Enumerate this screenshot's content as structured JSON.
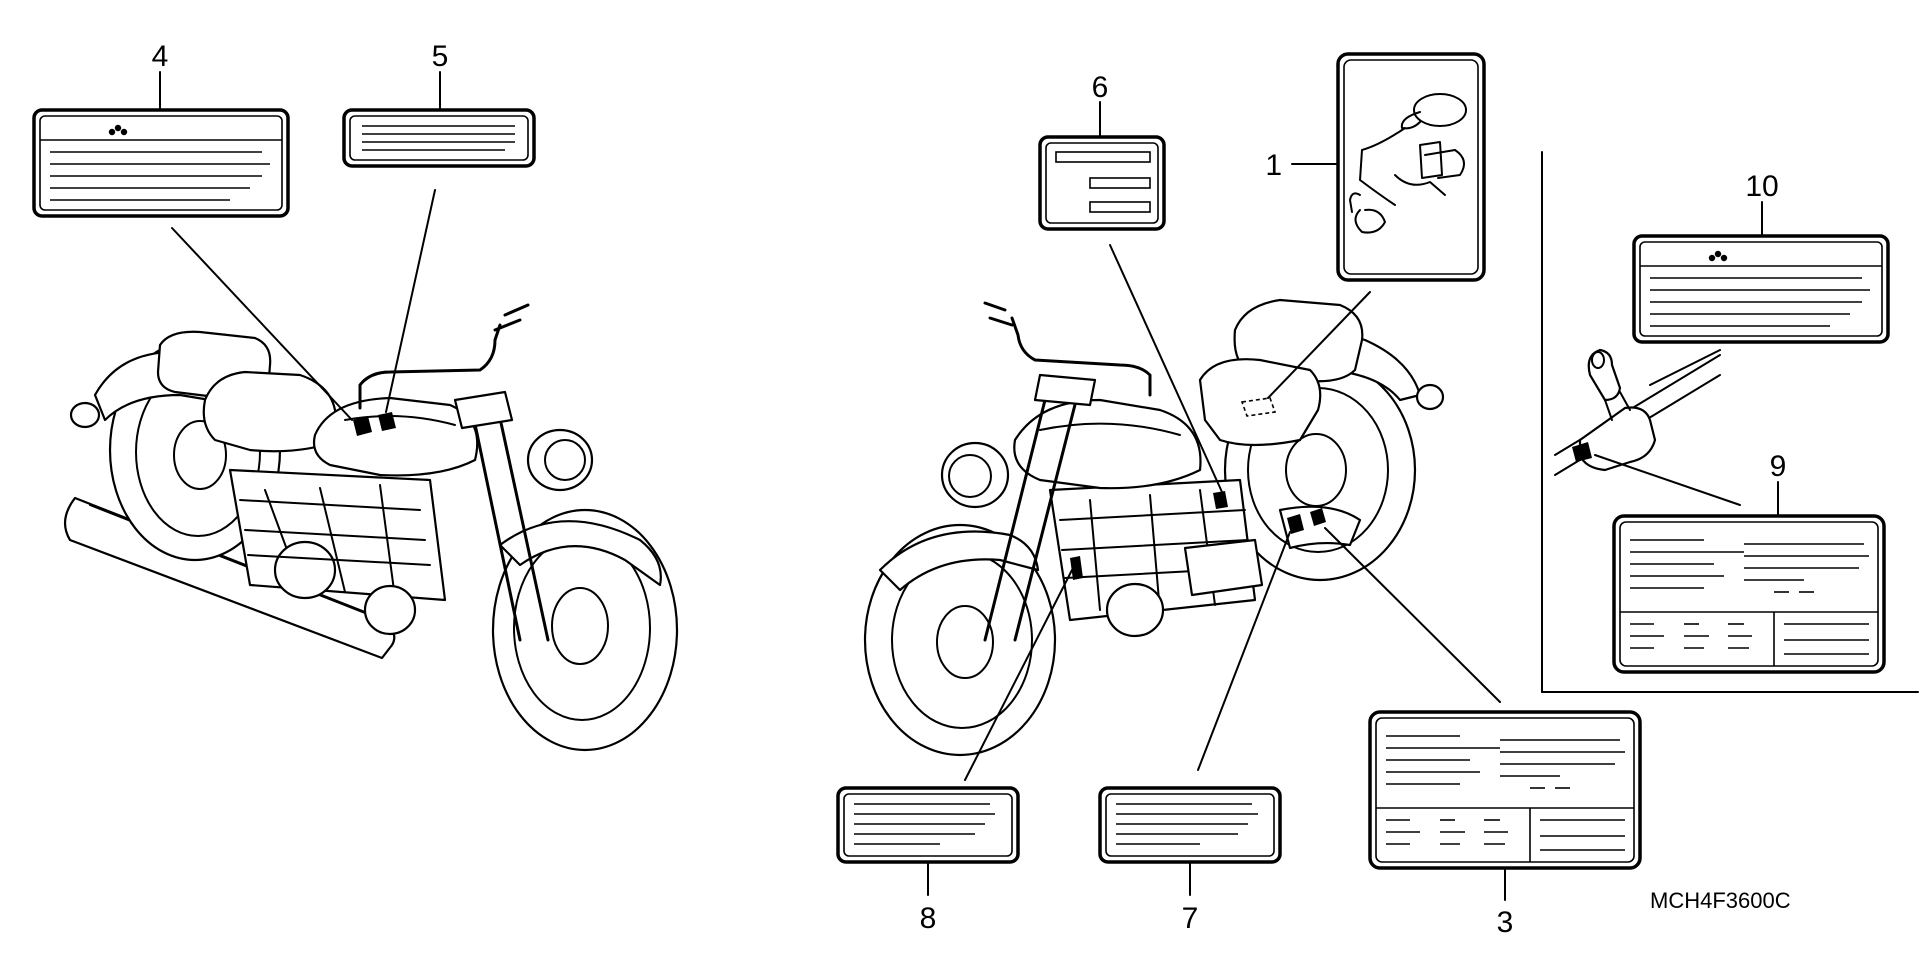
{
  "diagram": {
    "callouts": {
      "n1": "1",
      "n3": "3",
      "n4": "4",
      "n5": "5",
      "n6": "6",
      "n7": "7",
      "n8": "8",
      "n9": "9",
      "n10": "10"
    },
    "figure_code": "MCH4F3600C"
  }
}
